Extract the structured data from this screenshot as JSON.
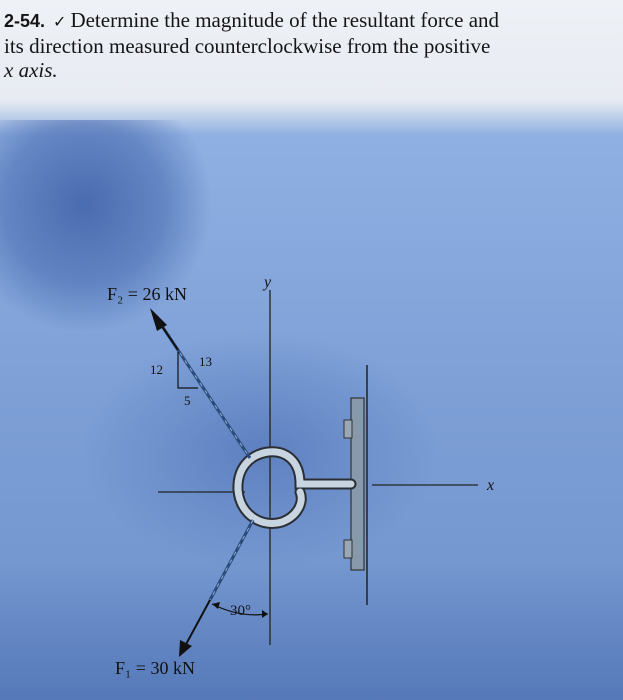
{
  "problem": {
    "number": "2-54.",
    "mark": "✓",
    "line1": "Determine the magnitude of the resultant force and",
    "line2": "its direction measured counterclockwise from the positive",
    "line3": "x axis."
  },
  "diagram": {
    "f2_label": "F₂ = 26 kN",
    "f1_label": "F₁ = 30 kN",
    "axis_y": "y",
    "axis_x": "x",
    "slope_12": "12",
    "slope_13": "13",
    "slope_5": "5",
    "angle_label": "30°"
  },
  "colors": {
    "background": "#7f9fd6",
    "rod": "#6b7f92",
    "plate": "#8899aa",
    "hook": "#c8d4df"
  }
}
